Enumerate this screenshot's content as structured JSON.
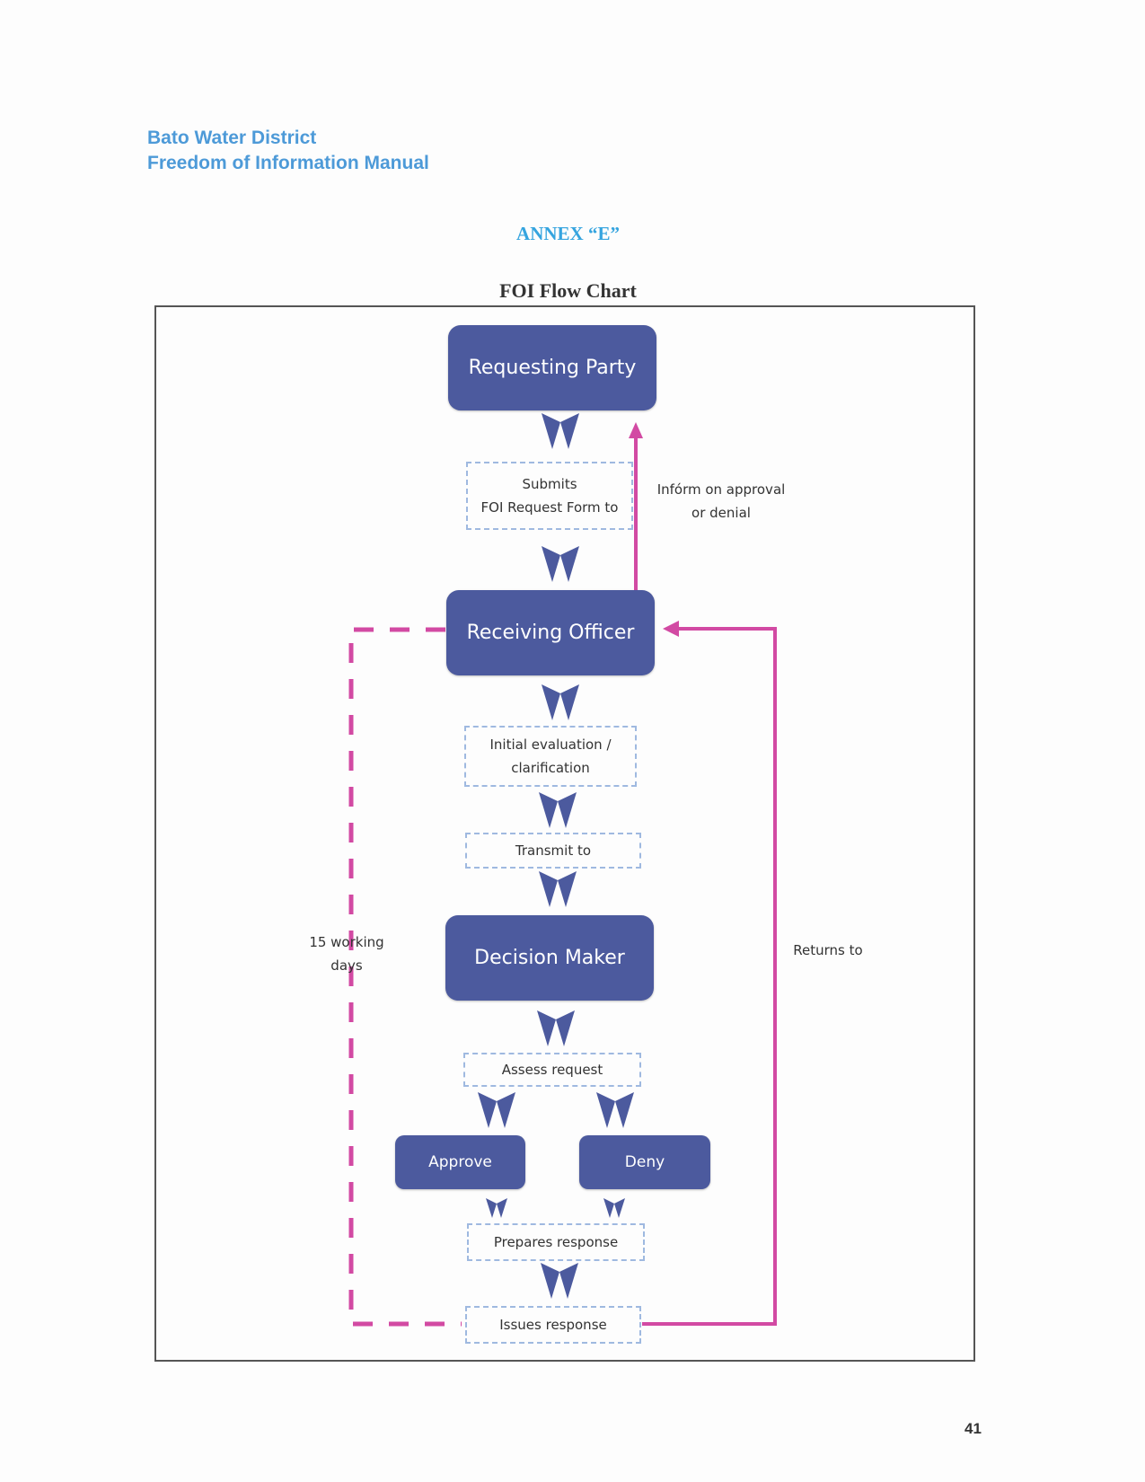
{
  "header": {
    "org": "Bato Water District",
    "manual": "Freedom of Information Manual"
  },
  "annex": "ANNEX “E”",
  "chart_title": "FOI Flow Chart",
  "nodes": {
    "requesting_party": "Requesting Party",
    "receiving_officer": "Receiving Officer",
    "decision_maker": "Decision Maker",
    "approve": "Approve",
    "deny": "Deny"
  },
  "steps": {
    "submits_line1": "Submits",
    "submits_line2": "FOI Request Form to",
    "initial_line1": "Initial evaluation /",
    "initial_line2": "clarification",
    "transmit": "Transmit to",
    "assess": "Assess request",
    "prepares": "Prepares response",
    "issues": "Issues response"
  },
  "labels": {
    "inform_line1": "Infórm  on approval",
    "inform_line2": "or denial",
    "returns_to": "Returns to",
    "working_days_line1": "15 working",
    "working_days_line2": "days"
  },
  "colors": {
    "node_fill": "#4c5a9e",
    "arrow_chevron": "#4c5a9e",
    "connector_magenta": "#d24aa3",
    "header_blue": "#4d9ad8",
    "annex_blue": "#35a4df",
    "step_border": "#9fb9e0"
  },
  "page_number": "41"
}
